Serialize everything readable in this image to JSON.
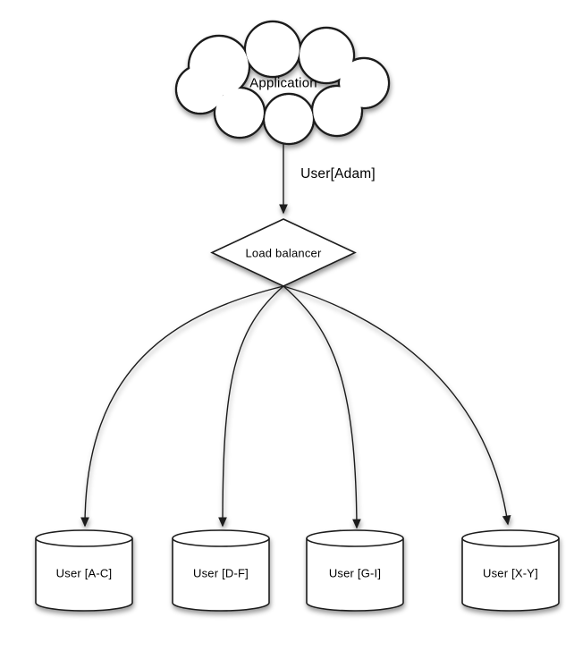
{
  "diagram": {
    "type": "sharding-architecture-diagram",
    "nodes": {
      "application": {
        "label": "Application",
        "shape": "cloud"
      },
      "load_balancer": {
        "label": "Load balancer",
        "shape": "diamond"
      },
      "shards": [
        {
          "label": "User [A-C]",
          "shape": "database-cylinder"
        },
        {
          "label": "User [D-F]",
          "shape": "database-cylinder"
        },
        {
          "label": "User [G-I]",
          "shape": "database-cylinder"
        },
        {
          "label": "User [X-Y]",
          "shape": "database-cylinder"
        }
      ]
    },
    "edges": {
      "app_to_lb_label": "User[Adam]",
      "lb_to_shards": [
        "shard-0",
        "shard-1",
        "shard-2",
        "shard-3"
      ]
    },
    "colors": {
      "background": "#ffffff",
      "stroke": "#1b1b1b",
      "shape_fill": "#ffffff",
      "text": "#000000",
      "shadow": "rgba(0,0,0,0.40)"
    }
  }
}
